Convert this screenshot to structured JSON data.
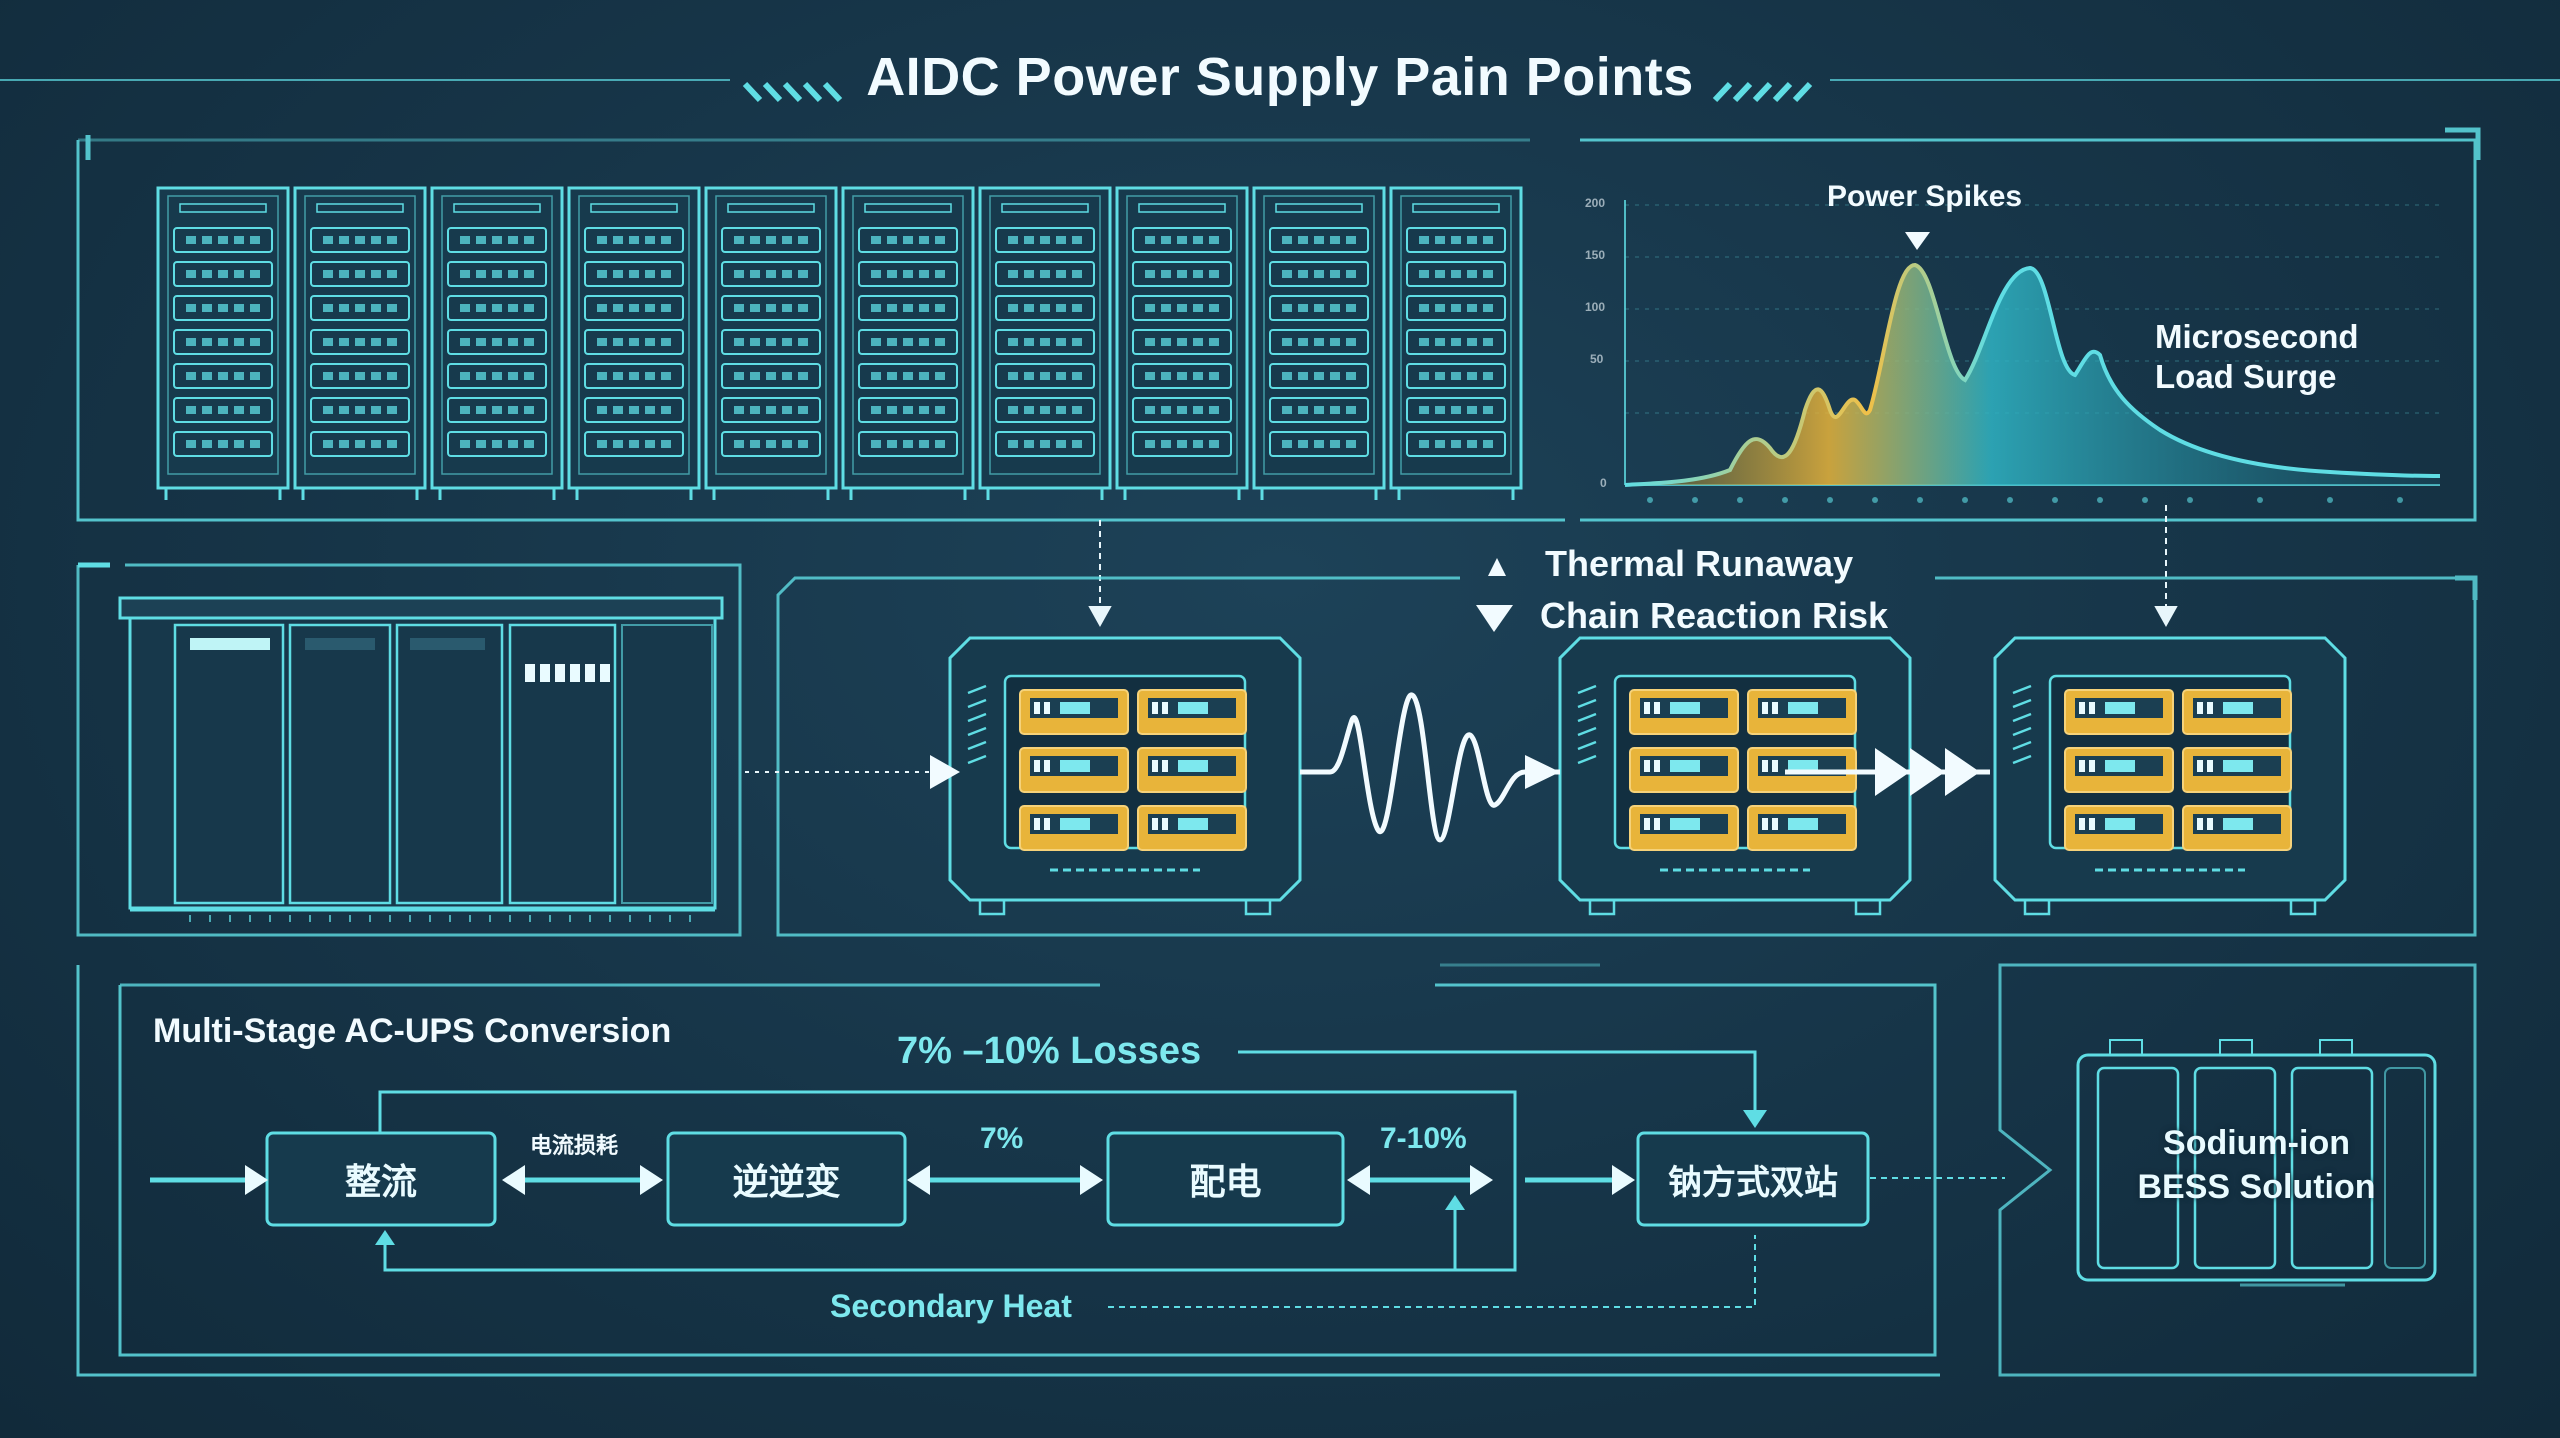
{
  "title": "AIDC Power Supply Pain Points",
  "load_chart": {
    "peak_label": "Power Spikes",
    "surge_label": "Microsecond Load Surge",
    "surge_line1": "Microsecond",
    "surge_line2": "Load Surge",
    "y_ticks": [
      "200",
      "150",
      "100",
      "50",
      "0"
    ]
  },
  "thermal": {
    "line1": "Thermal Runaway",
    "line2": "Chain Reaction Risk"
  },
  "conversion": {
    "title": "Multi-Stage AC-UPS Conversion",
    "losses": "7% –10% Losses",
    "stages": [
      "整流",
      "逆逆变",
      "配电",
      "钠方式双站"
    ],
    "link_labels": [
      "电流损耗",
      "7%",
      "7-10%"
    ],
    "secondary_heat": "Secondary Heat"
  },
  "solution": {
    "line1": "Sodium-ion",
    "line2": "BESS Solution"
  },
  "colors": {
    "background": "#163447",
    "line": "#5fdde4",
    "accent_yellow": "#e8b43a",
    "accent_teal": "#2fb4c4"
  }
}
